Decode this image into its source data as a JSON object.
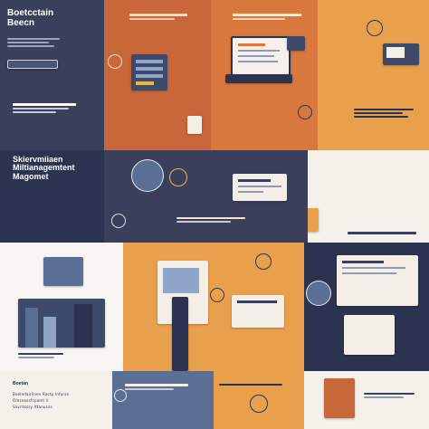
{
  "panels": {
    "top_left": {
      "heading": "Boetcctain\nBeecn"
    },
    "middle_left": {
      "heading": "Skiervmiiaen\nMiltianagemtent\nMagomet"
    },
    "bottom_left": {
      "heading": "Boetan",
      "lines": [
        "Boeledairlinen Ractp Infurse",
        "Omseaosfcpamt il",
        "Sovntoory Ittanuses"
      ]
    }
  },
  "colors": {
    "navy": "#3a3f5c",
    "deep_navy": "#2c3350",
    "orange": "#d9783e",
    "burnt_orange": "#c8673a",
    "amber": "#e8a04c",
    "cream": "#f4f1ea",
    "slate_blue": "#5a6f93",
    "accent_yellow": "#f2b43a"
  }
}
